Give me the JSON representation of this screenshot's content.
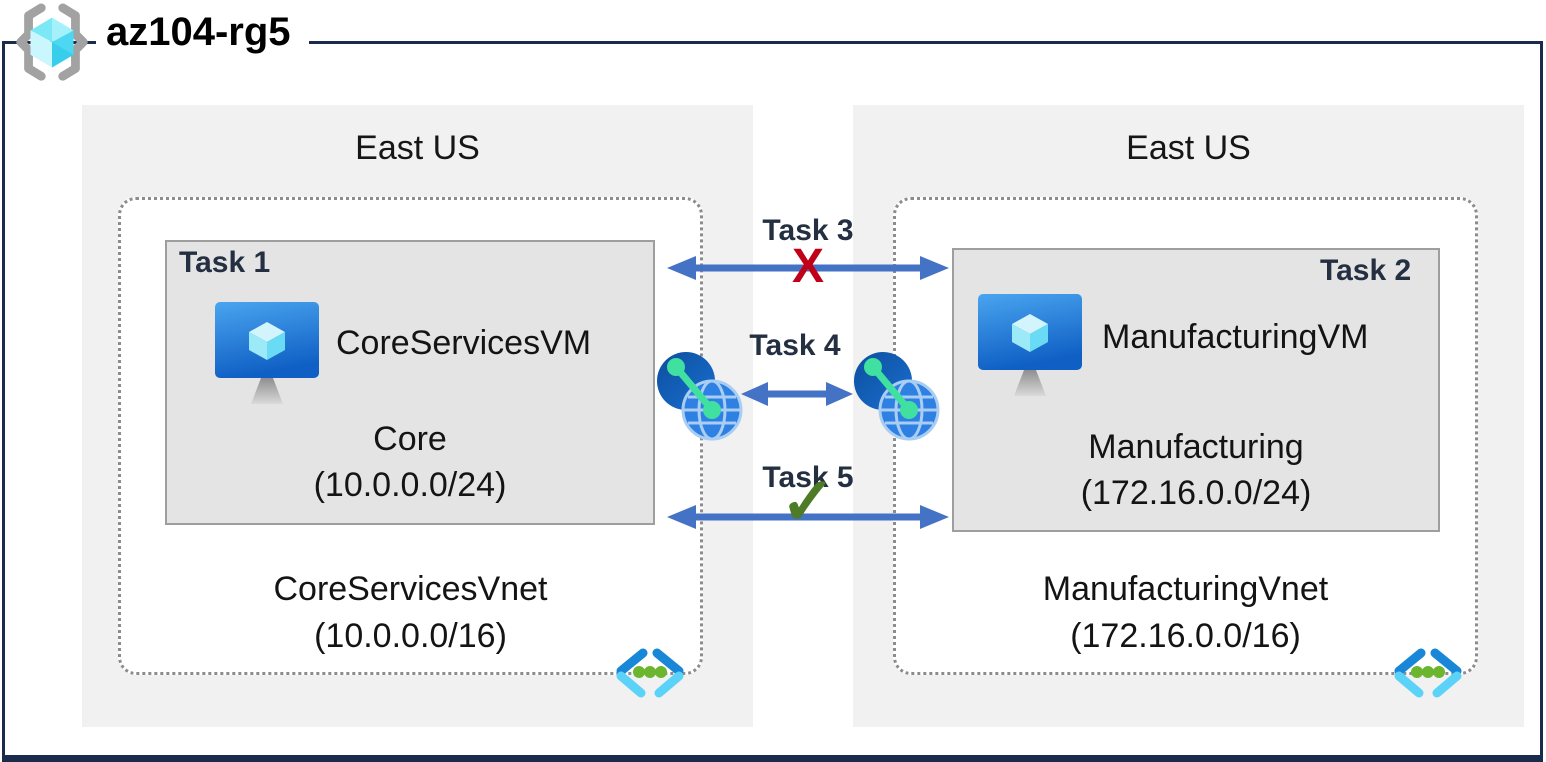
{
  "title": "az104-rg5",
  "regions": {
    "left": {
      "name": "East US",
      "vnet": {
        "name": "CoreServicesVnet",
        "cidr": "(10.0.0.0/16)"
      },
      "subnet": {
        "task_label": "Task 1",
        "vm_name": "CoreServicesVM",
        "name": "Core",
        "cidr": "(10.0.0.0/24)"
      }
    },
    "right": {
      "name": "East US",
      "vnet": {
        "name": "ManufacturingVnet",
        "cidr": "(172.16.0.0/16)"
      },
      "subnet": {
        "task_label": "Task 2",
        "vm_name": "ManufacturingVM",
        "name": "Manufacturing",
        "cidr": "(172.16.0.0/24)"
      }
    }
  },
  "connections": {
    "task3": {
      "label": "Task 3",
      "marker": "X"
    },
    "task4": {
      "label": "Task 4"
    },
    "task5": {
      "label": "Task 5",
      "marker": "✓"
    }
  },
  "icons": {
    "resource_group": "resource-group-icon",
    "virtual_machine": "vm-icon",
    "virtual_network": "vnet-icon",
    "peering": "vnet-peering-icon"
  },
  "colors": {
    "frame": "#1b2b4b",
    "region_bg": "#f1f1f1",
    "subnet_bg": "#e4e4e4",
    "arrow": "#4472c4",
    "blocked_x": "#c00018",
    "allowed_check": "#4e7b27",
    "azure_blue": "#1887d7",
    "azure_cyan": "#5bd2f7",
    "dot_green": "#6cb52e",
    "peering_mint": "#3fe0a0"
  }
}
